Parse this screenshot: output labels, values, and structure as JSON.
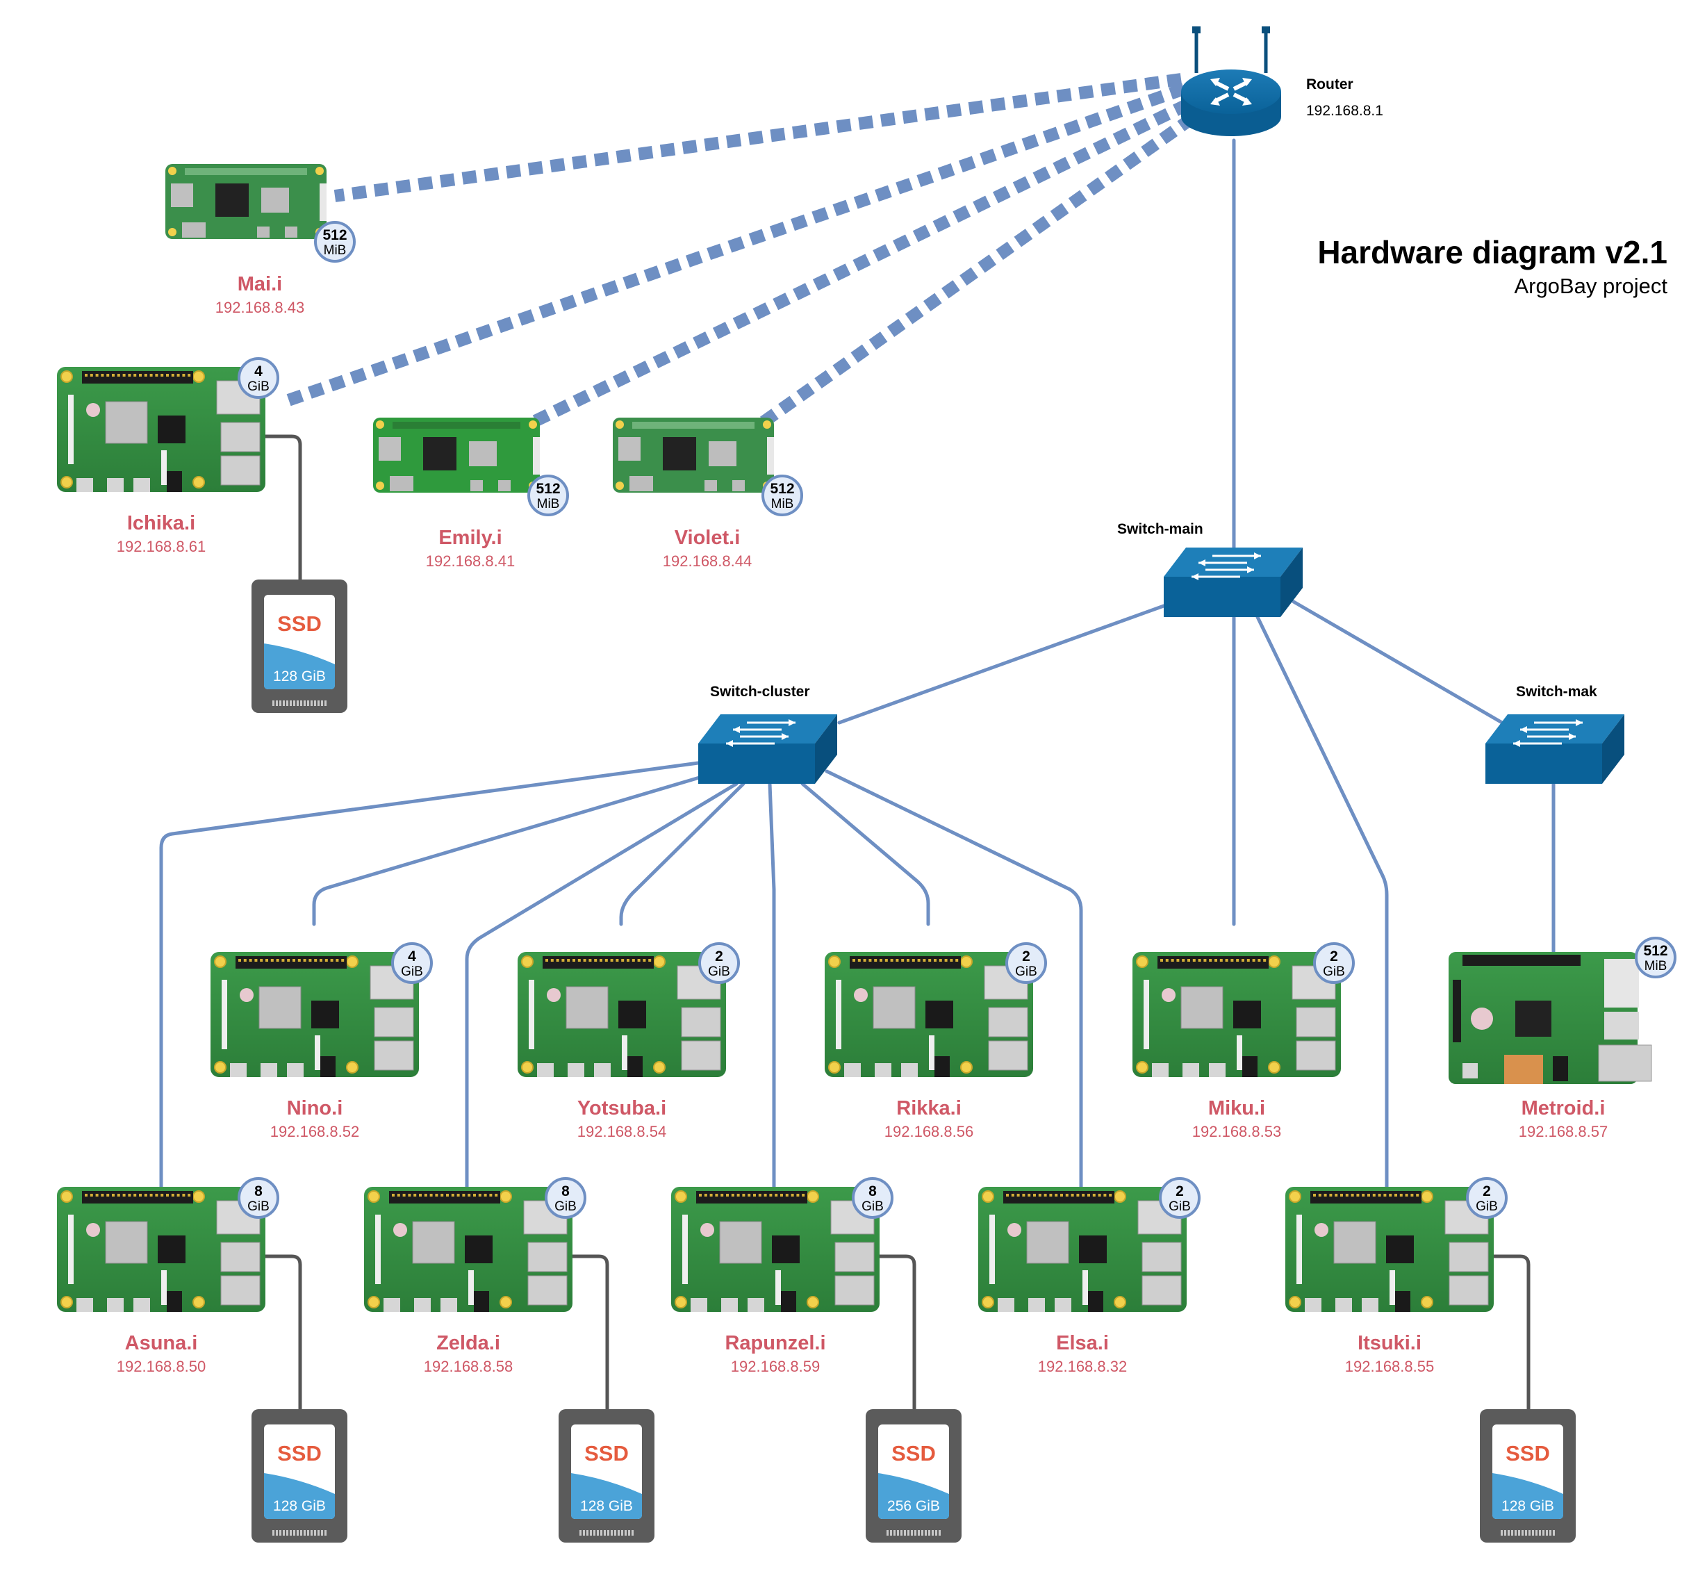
{
  "header": {
    "title": "Hardware diagram v2.1",
    "subtitle": "ArgoBay project"
  },
  "router": {
    "name": "Router",
    "ip": "192.168.8.1",
    "icon": "router-icon"
  },
  "switches": [
    {
      "id": "main",
      "name": "Switch-main",
      "icon": "switch-icon"
    },
    {
      "id": "cluster",
      "name": "Switch-cluster",
      "icon": "switch-icon"
    },
    {
      "id": "mak",
      "name": "Switch-mak",
      "icon": "switch-icon"
    }
  ],
  "nodes": [
    {
      "id": "mai",
      "name": "Mai.i",
      "ip": "192.168.8.43",
      "board": "pi-zero-2",
      "memory": [
        "512",
        "MiB"
      ],
      "link": "wifi"
    },
    {
      "id": "ichika",
      "name": "Ichika.i",
      "ip": "192.168.8.61",
      "board": "pi-4",
      "memory": [
        "4",
        "GiB"
      ],
      "link": "wifi",
      "ssd": "128 GiB"
    },
    {
      "id": "emily",
      "name": "Emily.i",
      "ip": "192.168.8.41",
      "board": "pi-zero-w",
      "memory": [
        "512",
        "MiB"
      ],
      "link": "wifi"
    },
    {
      "id": "violet",
      "name": "Violet.i",
      "ip": "192.168.8.44",
      "board": "pi-zero-2",
      "memory": [
        "512",
        "MiB"
      ],
      "link": "wifi"
    },
    {
      "id": "nino",
      "name": "Nino.i",
      "ip": "192.168.8.52",
      "board": "pi-4",
      "memory": [
        "4",
        "GiB"
      ],
      "link": "switch-cluster"
    },
    {
      "id": "yotsuba",
      "name": "Yotsuba.i",
      "ip": "192.168.8.54",
      "board": "pi-4",
      "memory": [
        "2",
        "GiB"
      ],
      "link": "switch-cluster"
    },
    {
      "id": "rikka",
      "name": "Rikka.i",
      "ip": "192.168.8.56",
      "board": "pi-4",
      "memory": [
        "2",
        "GiB"
      ],
      "link": "switch-cluster"
    },
    {
      "id": "miku",
      "name": "Miku.i",
      "ip": "192.168.8.53",
      "board": "pi-4",
      "memory": [
        "2",
        "GiB"
      ],
      "link": "switch-main"
    },
    {
      "id": "metroid",
      "name": "Metroid.i",
      "ip": "192.168.8.57",
      "board": "pi-1b",
      "memory": [
        "512",
        "MiB"
      ],
      "link": "switch-mak"
    },
    {
      "id": "asuna",
      "name": "Asuna.i",
      "ip": "192.168.8.50",
      "board": "pi-4",
      "memory": [
        "8",
        "GiB"
      ],
      "link": "switch-cluster",
      "ssd": "128 GiB"
    },
    {
      "id": "zelda",
      "name": "Zelda.i",
      "ip": "192.168.8.58",
      "board": "pi-4",
      "memory": [
        "8",
        "GiB"
      ],
      "link": "switch-cluster",
      "ssd": "128 GiB"
    },
    {
      "id": "rapunzel",
      "name": "Rapunzel.i",
      "ip": "192.168.8.59",
      "board": "pi-4",
      "memory": [
        "8",
        "GiB"
      ],
      "link": "switch-cluster",
      "ssd": "256 GiB"
    },
    {
      "id": "elsa",
      "name": "Elsa.i",
      "ip": "192.168.8.32",
      "board": "pi-4",
      "memory": [
        "2",
        "GiB"
      ],
      "link": "switch-cluster"
    },
    {
      "id": "itsuki",
      "name": "Itsuki.i",
      "ip": "192.168.8.55",
      "board": "pi-4",
      "memory": [
        "2",
        "GiB"
      ],
      "link": "switch-main",
      "ssd": "128 GiB"
    }
  ],
  "ssd_label": "SSD",
  "colors": {
    "link": "#6e8fc3",
    "node_name": "#cf5866",
    "ip": "#cf5866",
    "switch": "#0a6299",
    "badge_fill": "#e3ecf9",
    "badge_stroke": "#6e8fc3",
    "ssd_body": "#5b5b5b",
    "ssd_text": "#e55b3e",
    "ssd_stripe": "#4ba3d8",
    "pcb": "#2e8a3e"
  }
}
